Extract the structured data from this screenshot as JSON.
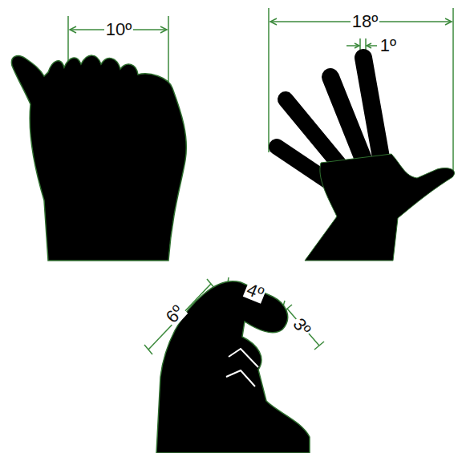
{
  "diagram": {
    "labels": [
      "10º",
      "18º",
      "1º",
      "6º",
      "4º",
      "3º"
    ]
  }
}
